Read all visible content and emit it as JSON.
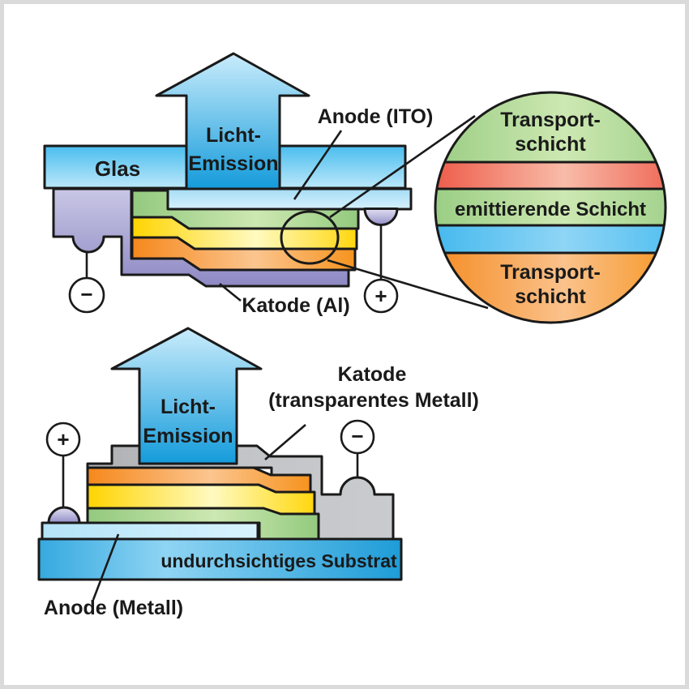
{
  "figure": "OLED Aufbau Schema (bottom-emitting und top-emitting)",
  "palette": {
    "outline": "#1a1a1a",
    "arrow_blue_light": "#c3eafb",
    "arrow_blue_deep": "#149bdb",
    "glass_blue_top": "#49bdee",
    "glass_blue_bottom": "#bce8fa",
    "ito_light_blue": "#aadef6",
    "organic_green": "#9ccd87",
    "organic_yellow": "#ffd707",
    "organic_orange": "#f68c1e",
    "cathode_purple": "#9b96cc",
    "metal_gray": "#b4b6b9",
    "substrate_blue": "#2aa6df",
    "detail_red": "#ee5645",
    "detail_blue": "#49bbef",
    "frame_gray": "#dadada",
    "terminal_fill": "#ffffff"
  },
  "top": {
    "labels": {
      "glass": "Glas",
      "light1": "Licht-",
      "light2": "Emission",
      "anode": "Anode (ITO)",
      "cathode": "Katode (Al)",
      "minus": "−",
      "plus": "+"
    }
  },
  "detail": {
    "labels": {
      "transport_top1": "Transport-",
      "transport_top2": "schicht",
      "emitting": "emittierende Schicht",
      "transport_bottom1": "Transport-",
      "transport_bottom2": "schicht"
    }
  },
  "bottom": {
    "labels": {
      "light1": "Licht-",
      "light2": "Emission",
      "cathode1": "Katode",
      "cathode2": "(transparentes Metall)",
      "substrate": "undurchsichtiges Substrat",
      "anode": "Anode (Metall)",
      "plus": "+",
      "minus": "−"
    }
  }
}
